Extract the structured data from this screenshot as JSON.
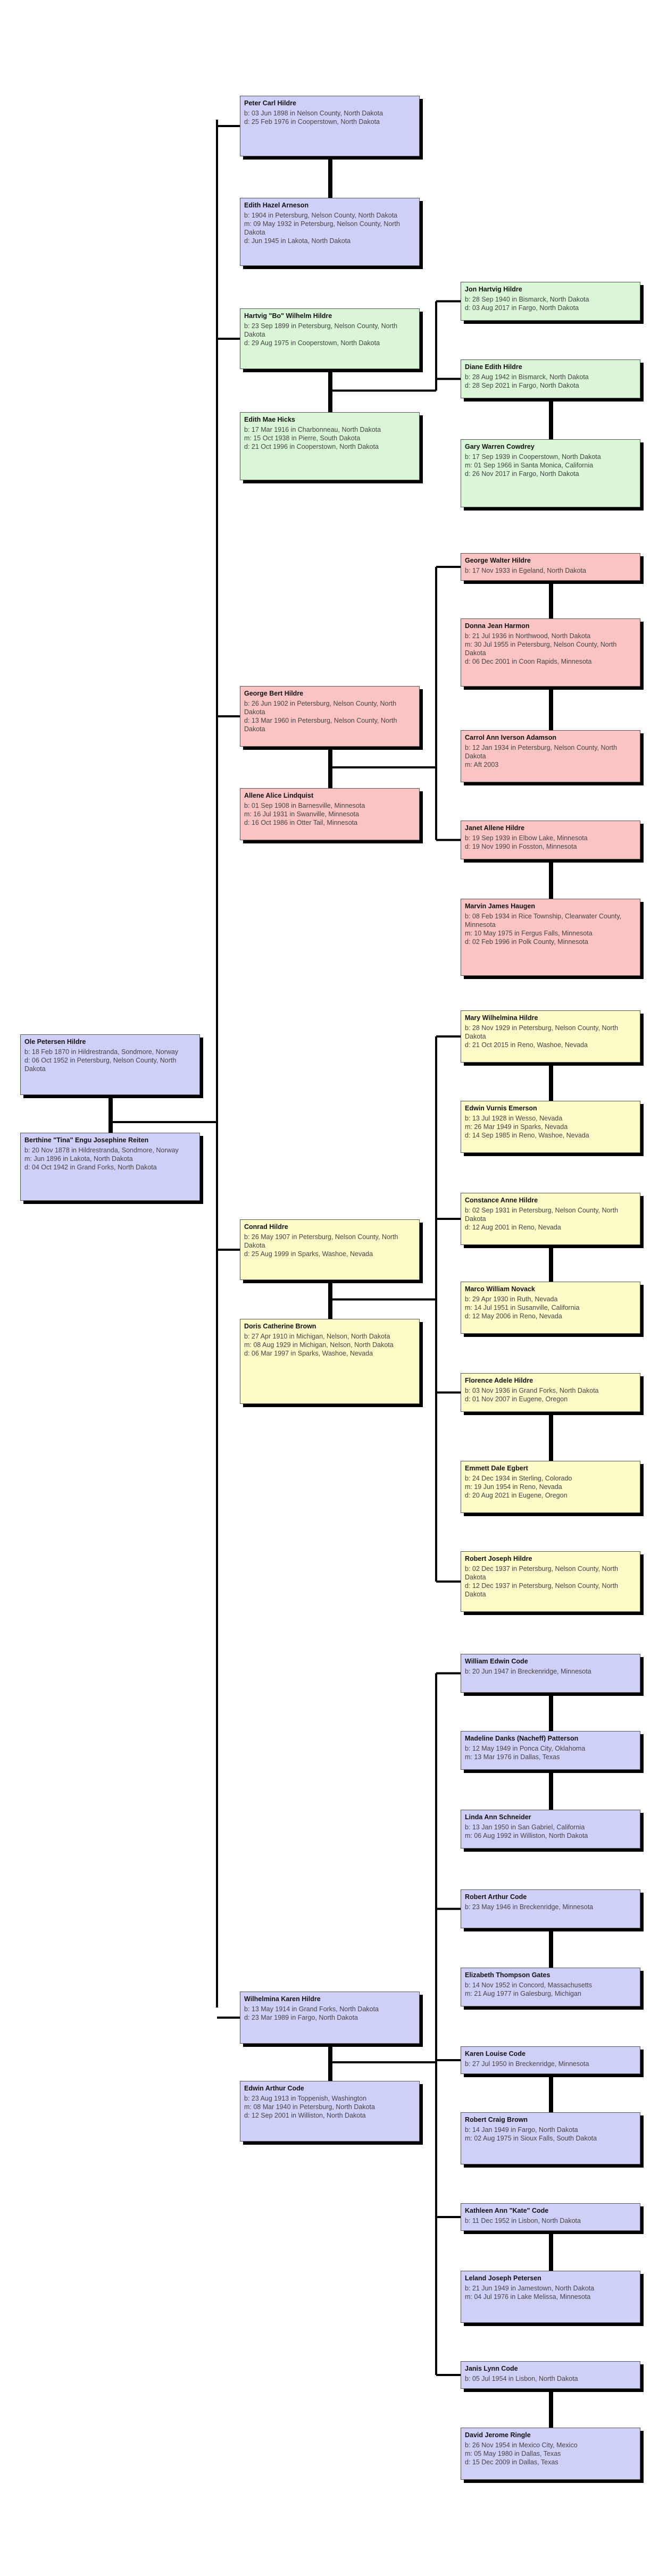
{
  "colors": {
    "blue": "#cfd0f8",
    "green": "#d9f7d6",
    "red": "#fbc4c4",
    "yellow": "#fdfcc8",
    "line": "#000000"
  },
  "people": [
    {
      "id": "ole",
      "color": "blue",
      "name": "Ole Petersen Hildre",
      "lines": [
        "b: 18 Feb 1870 in Hildrestranda, Sondmore, Norway",
        "d: 06 Oct 1952 in Petersburg, Nelson County, North Dakota"
      ]
    },
    {
      "id": "berthine",
      "color": "blue",
      "name": "Berthine \"Tina\" Engu Josephine Reiten",
      "lines": [
        "b: 20 Nov 1878 in Hildrestranda, Sondmore, Norway",
        "m: Jun 1896 in Lakota, North Dakota",
        "d: 04 Oct 1942 in Grand Forks, North Dakota"
      ]
    },
    {
      "id": "peter",
      "color": "blue",
      "name": "Peter Carl Hildre",
      "lines": [
        "b: 03 Jun 1898 in Nelson County, North Dakota",
        "d: 25 Feb 1976 in Cooperstown, North Dakota"
      ]
    },
    {
      "id": "edith",
      "color": "blue",
      "name": "Edith Hazel Arneson",
      "lines": [
        "b: 1904 in Petersburg, Nelson County, North Dakota",
        "m: 09 May 1932 in Petersburg, Nelson County, North Dakota",
        "d: Jun 1945 in Lakota, North Dakota"
      ]
    },
    {
      "id": "hartvig",
      "color": "green",
      "name": "Hartvig \"Bo\" Wilhelm Hildre",
      "lines": [
        "b: 23 Sep 1899 in Petersburg, Nelson County, North Dakota",
        "d: 29 Aug 1975 in Cooperstown, North Dakota"
      ]
    },
    {
      "id": "edithmae",
      "color": "green",
      "name": "Edith Mae Hicks",
      "lines": [
        "b: 17 Mar 1916 in Charbonneau, North Dakota",
        "m: 15 Oct 1938 in Pierre, South Dakota",
        "d: 21 Oct 1996 in Cooperstown, North Dakota"
      ]
    },
    {
      "id": "jon",
      "color": "green",
      "name": "Jon Hartvig Hildre",
      "lines": [
        "b: 28 Sep 1940 in Bismarck, North Dakota",
        "d: 03 Aug 2017 in Fargo, North Dakota"
      ]
    },
    {
      "id": "diane",
      "color": "green",
      "name": "Diane Edith Hildre",
      "lines": [
        "b: 28 Aug 1942 in Bismarck, North Dakota",
        "d: 28 Sep 2021 in Fargo, North Dakota"
      ]
    },
    {
      "id": "gary",
      "color": "green",
      "name": "Gary Warren Cowdrey",
      "lines": [
        "b: 17 Sep 1939 in Cooperstown, North Dakota",
        "m: 01 Sep 1966 in Santa Monica, California",
        "d: 26 Nov 2017 in Fargo, North Dakota"
      ]
    },
    {
      "id": "georgebert",
      "color": "red",
      "name": "George Bert Hildre",
      "lines": [
        "b: 26 Jun 1902 in Petersburg, Nelson County, North Dakota",
        "d: 13 Mar 1960 in Petersburg, Nelson County, North Dakota"
      ]
    },
    {
      "id": "allene",
      "color": "red",
      "name": "Allene Alice Lindquist",
      "lines": [
        "b: 01 Sep 1908 in Barnesville, Minnesota",
        "m: 16 Jul 1931 in Swanville, Minnesota",
        "d: 16 Oct 1986 in Otter Tail, Minnesota"
      ]
    },
    {
      "id": "georgewalter",
      "color": "red",
      "name": "George Walter Hildre",
      "lines": [
        "b: 17 Nov 1933 in Egeland, North Dakota"
      ]
    },
    {
      "id": "donna",
      "color": "red",
      "name": "Donna Jean Harmon",
      "lines": [
        "b: 21 Jul 1936 in Northwood, North Dakota",
        "m: 30 Jul 1955 in Petersburg, Nelson County, North Dakota",
        "d: 06 Dec 2001 in Coon Rapids, Minnesota"
      ]
    },
    {
      "id": "carrol",
      "color": "red",
      "name": "Carrol Ann Iverson Adamson",
      "lines": [
        "b: 12 Jan 1934 in Petersburg, Nelson County, North Dakota",
        "m: Aft 2003"
      ]
    },
    {
      "id": "janet",
      "color": "red",
      "name": "Janet Allene Hildre",
      "lines": [
        "b: 19 Sep 1939 in Elbow Lake, Minnesota",
        "d: 19 Nov 1990 in Fosston, Minnesota"
      ]
    },
    {
      "id": "marvin",
      "color": "red",
      "name": "Marvin James Haugen",
      "lines": [
        "b: 08 Feb 1934 in Rice Township, Clearwater County, Minnesota",
        "m: 10 May 1975 in Fergus Falls, Minnesota",
        "d: 02 Feb 1996 in Polk County, Minnesota"
      ]
    },
    {
      "id": "conrad",
      "color": "yellow",
      "name": "Conrad Hildre",
      "lines": [
        "b: 26 May 1907 in Petersburg, Nelson County, North Dakota",
        "d: 25 Aug 1999 in Sparks, Washoe, Nevada"
      ]
    },
    {
      "id": "doris",
      "color": "yellow",
      "name": "Doris Catherine Brown",
      "lines": [
        "b: 27 Apr 1910 in Michigan, Nelson, North Dakota",
        "m: 08 Aug 1929 in Michigan, Nelson, North Dakota",
        "d: 06 Mar 1997 in Sparks, Washoe, Nevada"
      ]
    },
    {
      "id": "mary",
      "color": "yellow",
      "name": "Mary Wilhelmina Hildre",
      "lines": [
        "b: 28 Nov 1929 in Petersburg, Nelson County, North Dakota",
        "d: 21 Oct 2015 in Reno, Washoe, Nevada"
      ]
    },
    {
      "id": "edwin",
      "color": "yellow",
      "name": "Edwin Vurnis Emerson",
      "lines": [
        "b: 13 Jul 1928 in Wesso, Nevada",
        "m: 26 Mar 1949 in Sparks, Nevada",
        "d: 14 Sep 1985 in Reno, Washoe, Nevada"
      ]
    },
    {
      "id": "constance",
      "color": "yellow",
      "name": "Constance Anne Hildre",
      "lines": [
        "b: 02 Sep 1931 in Petersburg, Nelson County, North Dakota",
        "d: 12 Aug 2001 in Reno, Nevada"
      ]
    },
    {
      "id": "marco",
      "color": "yellow",
      "name": "Marco William Novack",
      "lines": [
        "b: 29 Apr 1930 in Ruth, Nevada",
        "m: 14 Jul 1951 in Susanville, California",
        "d: 12 May 2006 in Reno, Nevada"
      ]
    },
    {
      "id": "florence",
      "color": "yellow",
      "name": "Florence Adele Hildre",
      "lines": [
        "b: 03 Nov 1936 in Grand Forks, North Dakota",
        "d: 01 Nov 2007 in Eugene, Oregon"
      ]
    },
    {
      "id": "emmett",
      "color": "yellow",
      "name": "Emmett Dale Egbert",
      "lines": [
        "b: 24 Dec 1934 in Sterling, Colorado",
        "m: 19 Jun 1954 in Reno, Nevada",
        "d: 20 Aug 2021 in Eugene, Oregon"
      ]
    },
    {
      "id": "robert",
      "color": "yellow",
      "name": "Robert Joseph Hildre",
      "lines": [
        "b: 02 Dec 1937 in Petersburg, Nelson County, North Dakota",
        "d: 12 Dec 1937 in Petersburg, Nelson County, North Dakota"
      ]
    },
    {
      "id": "wilhelmina",
      "color": "blue",
      "name": "Wilhelmina Karen Hildre",
      "lines": [
        "b: 13 May 1914 in Grand Forks, North Dakota",
        "d: 23 Mar 1989 in Fargo, North Dakota"
      ]
    },
    {
      "id": "edwinarthur",
      "color": "blue",
      "name": "Edwin Arthur Code",
      "lines": [
        "b: 23 Aug 1913 in Toppenish, Washington",
        "m: 08 Mar 1940 in Petersburg, North Dakota",
        "d: 12 Sep 2001 in Williston, North Dakota"
      ]
    },
    {
      "id": "william",
      "color": "blue",
      "name": "William Edwin Code",
      "lines": [
        "b: 20 Jun 1947 in Breckenridge, Minnesota"
      ]
    },
    {
      "id": "madeline",
      "color": "blue",
      "name": "Madeline Danks (Nacheff) Patterson",
      "lines": [
        "b: 12 May 1949 in Ponca City, Oklahoma",
        "m: 13 Mar 1976 in Dallas, Texas"
      ]
    },
    {
      "id": "linda",
      "color": "blue",
      "name": "Linda Ann Schneider",
      "lines": [
        "b: 13 Jan 1950 in San Gabriel, California",
        "m: 06 Aug 1992 in Williston, North Dakota"
      ]
    },
    {
      "id": "robertarthur",
      "color": "blue",
      "name": "Robert Arthur Code",
      "lines": [
        "b: 23 May 1946 in Breckenridge, Minnesota"
      ]
    },
    {
      "id": "elizabeth",
      "color": "blue",
      "name": "Elizabeth Thompson Gates",
      "lines": [
        "b: 14 Nov 1952 in Concord, Massachusetts",
        "m: 21 Aug 1977 in Galesburg, Michigan"
      ]
    },
    {
      "id": "karen",
      "color": "blue",
      "name": "Karen Louise Code",
      "lines": [
        "b: 27 Jul 1950 in Breckenridge, Minnesota"
      ]
    },
    {
      "id": "robertcraig",
      "color": "blue",
      "name": "Robert Craig Brown",
      "lines": [
        "b: 14 Jan 1949 in Fargo, North Dakota",
        "m: 02 Aug 1975 in Sioux Falls, South Dakota"
      ]
    },
    {
      "id": "kathleen",
      "color": "blue",
      "name": "Kathleen Ann \"Kate\" Code",
      "lines": [
        "b: 11 Dec 1952 in Lisbon, North Dakota"
      ]
    },
    {
      "id": "leland",
      "color": "blue",
      "name": "Leland Joseph Petersen",
      "lines": [
        "b: 21 Jun 1949 in Jamestown, North Dakota",
        "m: 04 Jul 1976 in Lake Melissa, Minnesota"
      ]
    },
    {
      "id": "janis",
      "color": "blue",
      "name": "Janis Lynn Code",
      "lines": [
        "b: 05 Jul 1954 in Lisbon, North Dakota"
      ]
    },
    {
      "id": "david",
      "color": "blue",
      "name": "David Jerome Ringle",
      "lines": [
        "b: 26 Nov 1954 in Mexico City, Mexico",
        "m: 05 May 1980 in Dallas, Texas",
        "d: 15 Dec 2009 in Dallas, Texas"
      ]
    }
  ]
}
